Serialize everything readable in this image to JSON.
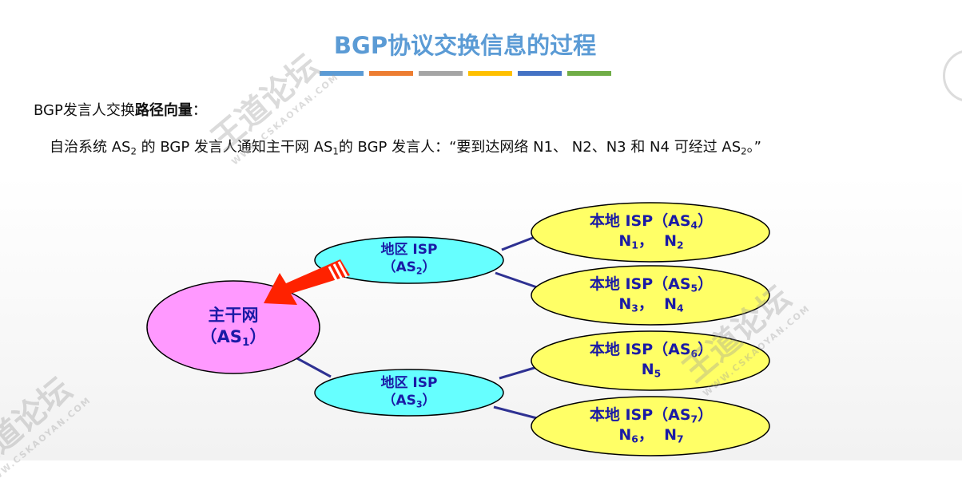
{
  "title": "BGP协议交换信息的过程",
  "title_bar_colors": [
    "#5b9bd5",
    "#ed7d31",
    "#a5a5a5",
    "#ffc000",
    "#4472c4",
    "#70ad47"
  ],
  "intro": {
    "prefix": "BGP发言人交换",
    "bold": "路径向量",
    "suffix": "："
  },
  "statement": {
    "p1": "自治系统 AS",
    "p1_sub": "2",
    "p2": " 的 BGP 发言人通知主干网 AS",
    "p2_sub": "1",
    "p3": "的 BGP 发言人：“要到达网络 N1、 N2、N3 和 N4 可经过 AS",
    "p3_sub": "2",
    "p4": "。”"
  },
  "colors": {
    "backbone_fill": "#ff99ff",
    "regional_fill": "#66ffff",
    "local_fill": "#ffff66",
    "outline": "#000000",
    "link": "#2e3192",
    "arrow": "#ff2200",
    "label_text": "#1a1aa6",
    "title_text": "#5b9bd5"
  },
  "nodes": {
    "backbone": {
      "label": "主干网",
      "as_pre": "（AS",
      "as_sub": "1",
      "as_post": "）"
    },
    "regional_as2": {
      "label": "地区 ISP",
      "as_pre": "（AS",
      "as_sub": "2",
      "as_post": "）"
    },
    "regional_as3": {
      "label": "地区 ISP",
      "as_pre": "（AS",
      "as_sub": "3",
      "as_post": "）"
    },
    "local_as4": {
      "label_pre": "本地 ISP（AS",
      "as_sub": "4",
      "label_post": "）",
      "net_a": "N",
      "net_a_sub": "1",
      "sep": "，  ",
      "net_b": "N",
      "net_b_sub": "2"
    },
    "local_as5": {
      "label_pre": "本地 ISP（AS",
      "as_sub": "5",
      "label_post": "）",
      "net_a": "N",
      "net_a_sub": "3",
      "sep": "，  ",
      "net_b": "N",
      "net_b_sub": "4"
    },
    "local_as6": {
      "label_pre": "本地 ISP（AS",
      "as_sub": "6",
      "label_post": "）",
      "net_a": "N",
      "net_a_sub": "5"
    },
    "local_as7": {
      "label_pre": "本地 ISP（AS",
      "as_sub": "7",
      "label_post": "）",
      "net_a": "N",
      "net_a_sub": "6",
      "sep": "，  ",
      "net_b": "N",
      "net_b_sub": "7"
    }
  },
  "watermark": {
    "brand": "王道论坛",
    "site": "WWW.CSKAOYAN.COM"
  }
}
